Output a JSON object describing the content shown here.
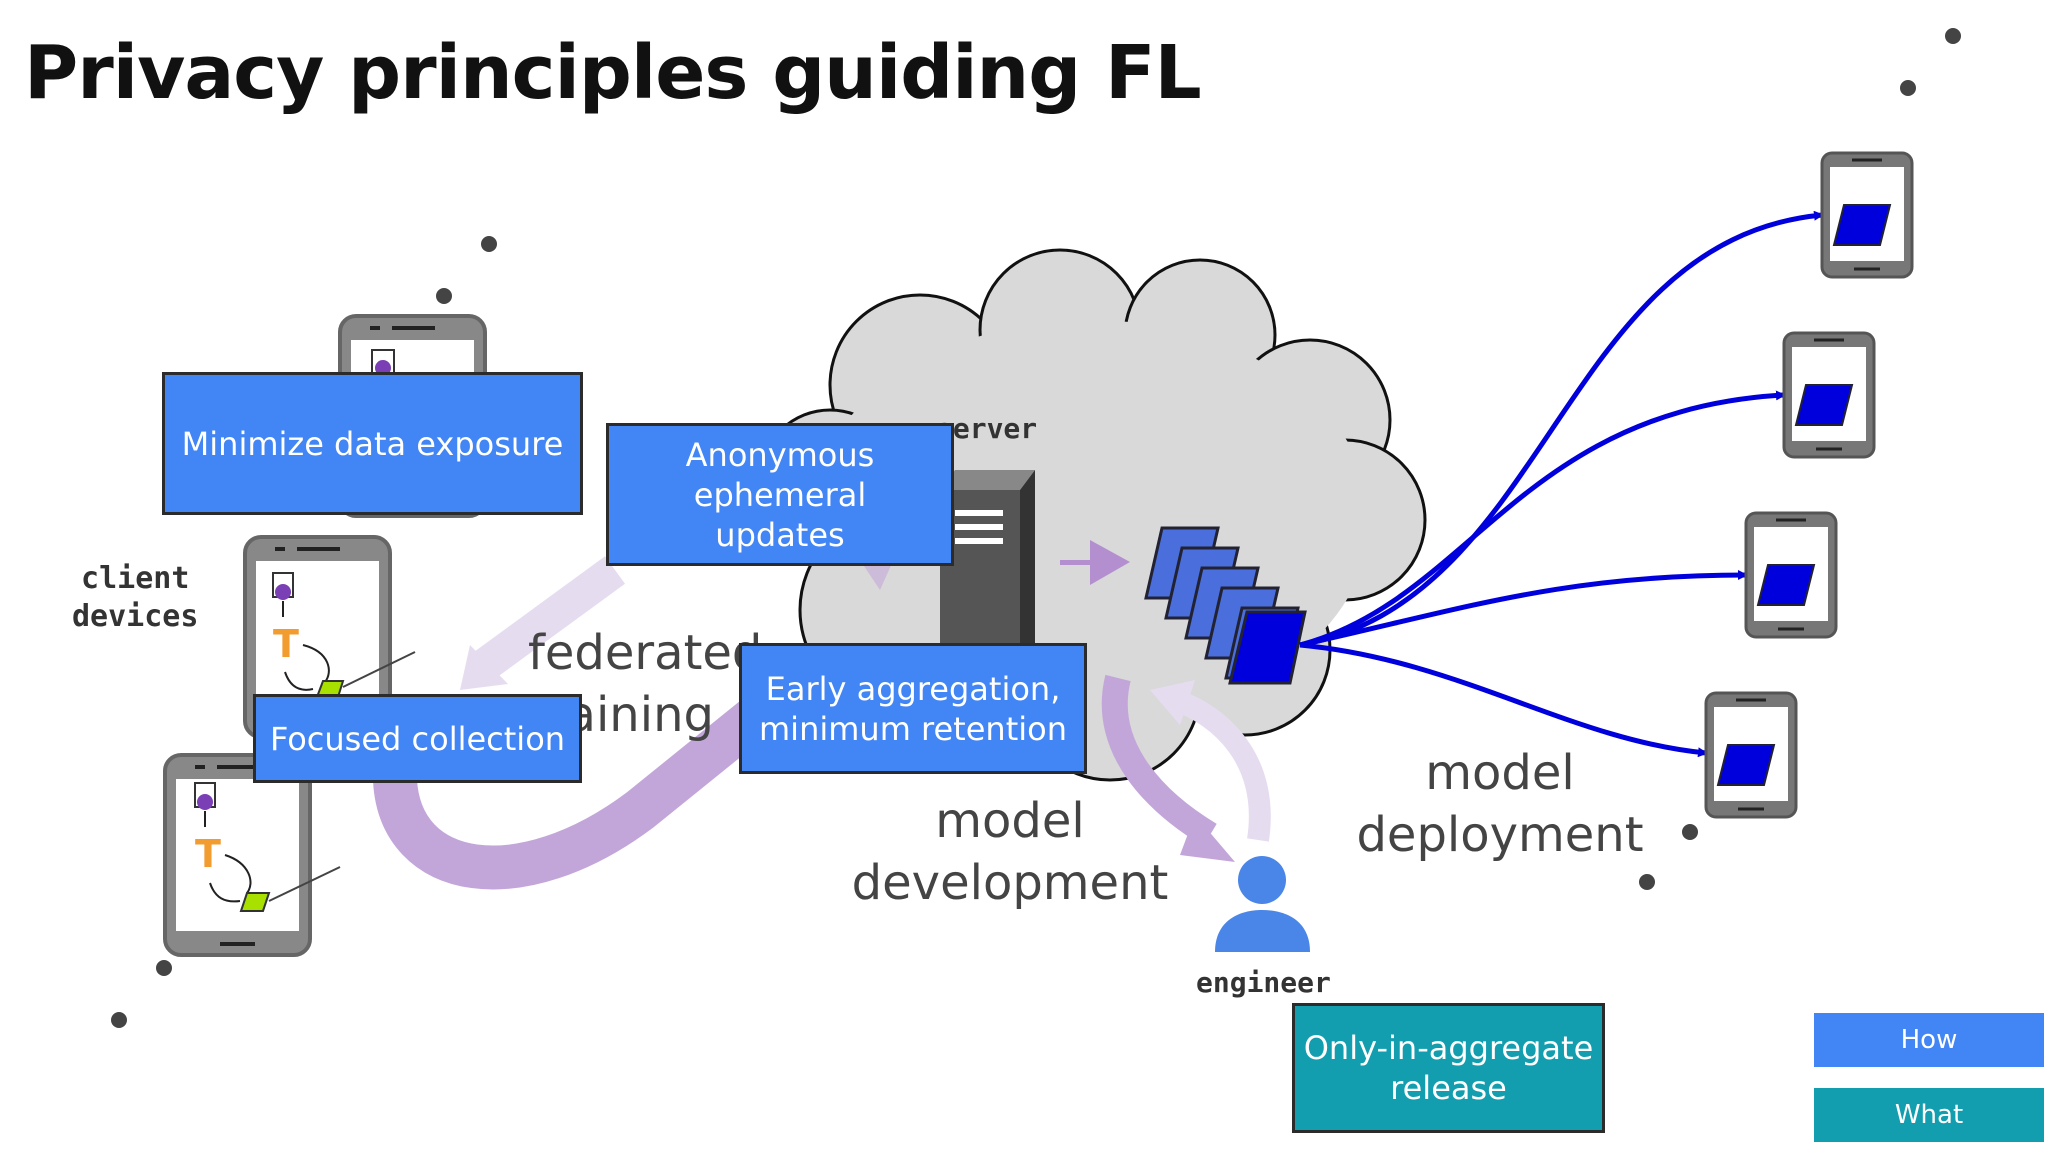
{
  "title": "Privacy principles guiding FL",
  "labels": {
    "client_devices": "client\ndevices",
    "server": "server",
    "engineer": "engineer",
    "federated_training": "federated\ntraining",
    "model_development": "model\ndevelopment",
    "model_deployment": "model\ndeployment"
  },
  "principles": {
    "minimize": "Minimize data exposure",
    "anonymous": "Anonymous\nephemeral\nupdates",
    "focused": "Focused collection",
    "early": "Early aggregation,\nminimum retention",
    "release": "Only-in-aggregate\nrelease"
  },
  "legend": {
    "how": "How",
    "what": "What"
  },
  "colors": {
    "how_blue": "#4285f4",
    "what_teal": "#129eaf",
    "deploy_arrow": "#0000dd",
    "flow_purple": "#c3a6d9",
    "cloud_gray": "#d9d9d9"
  }
}
